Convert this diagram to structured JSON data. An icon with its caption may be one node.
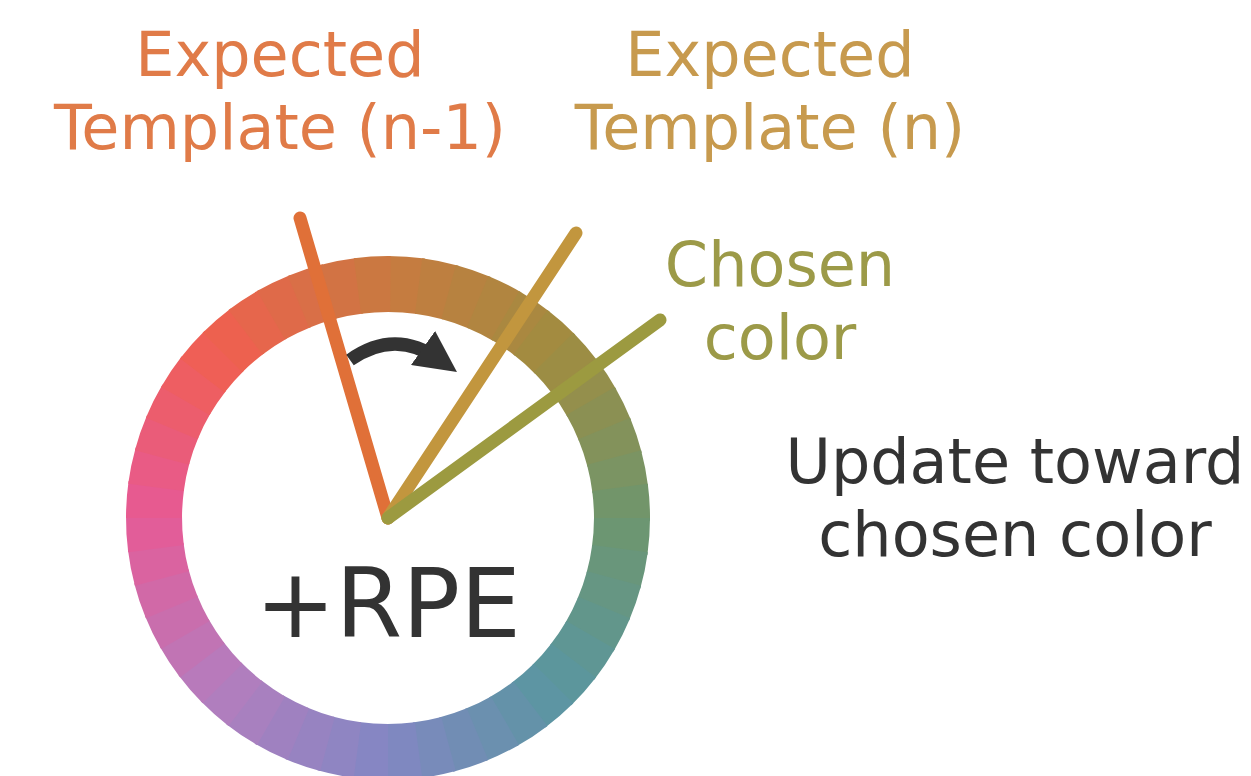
{
  "diagram": {
    "labels": [
      "Expected Template (n-1)",
      "Expected Template (n)",
      "Chosen color",
      "Update toward chosen color",
      "+RPE"
    ]
  }
}
